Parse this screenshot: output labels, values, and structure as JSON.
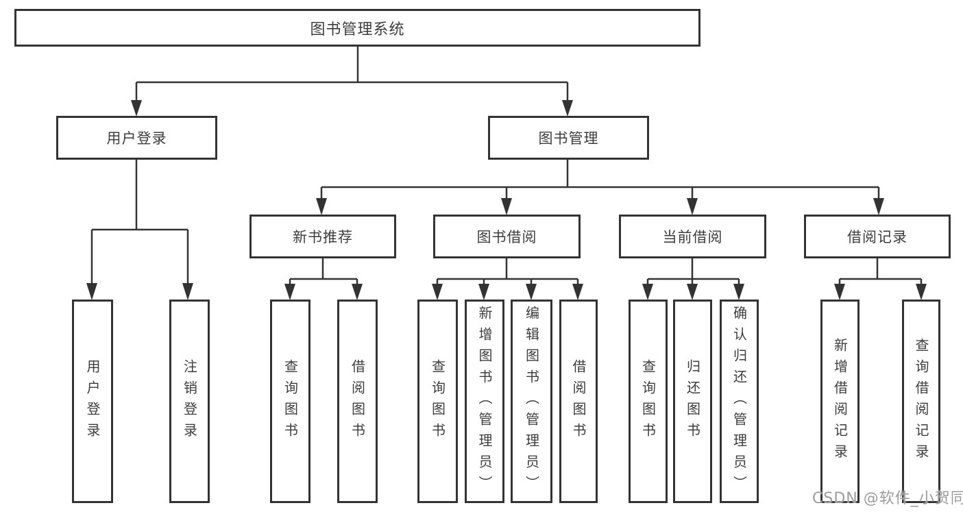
{
  "diagram_title": "图书管理系统",
  "watermark": "CSDN @软件_小贺同学",
  "colors": {
    "line": "#333333",
    "text": "#3d3d3d",
    "background": "#ffffff",
    "watermark": "#9c9c9c"
  },
  "nodes": {
    "root": {
      "label": "图书管理系统"
    },
    "user_login": {
      "label": "用户登录"
    },
    "book_management": {
      "label": "图书管理"
    },
    "new_book_recommend": {
      "label": "新书推荐"
    },
    "book_borrowing": {
      "label": "图书借阅"
    },
    "current_borrowing": {
      "label": "当前借阅"
    },
    "borrowing_records": {
      "label": "借阅记录"
    },
    "login_user_login": {
      "label": "用户登录"
    },
    "login_logout": {
      "label": "注销登录"
    },
    "recommend_query_books": {
      "label": "查询图书"
    },
    "recommend_borrow_books": {
      "label": "借阅图书"
    },
    "borrowing_query_books": {
      "label": "查询图书"
    },
    "borrowing_add_books": {
      "label": "新增图书（管理员）"
    },
    "borrowing_edit_books": {
      "label": "编辑图书（管理员）"
    },
    "borrowing_borrow_books": {
      "label": "借阅图书"
    },
    "current_query_books": {
      "label": "查询图书"
    },
    "current_return_books": {
      "label": "归还图书"
    },
    "current_confirm_return": {
      "label": "确认归还（管理员）"
    },
    "records_add_record": {
      "label": "新增借阅记录"
    },
    "records_query_record": {
      "label": "查询借阅记录"
    }
  }
}
